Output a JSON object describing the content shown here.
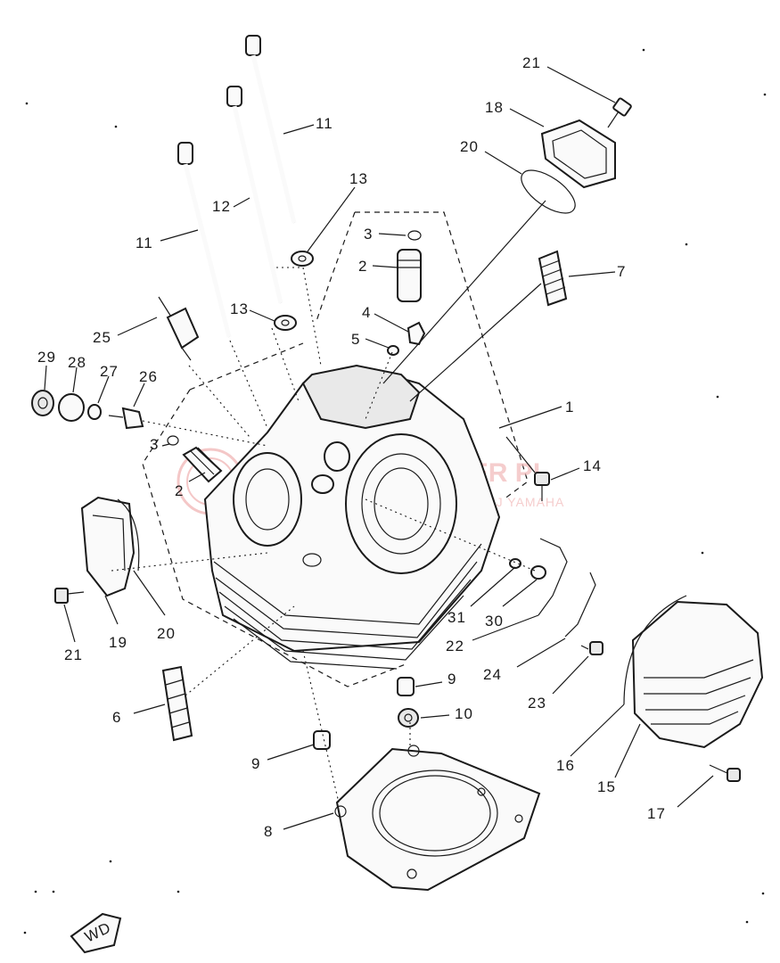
{
  "watermark": {
    "brand": "YAMAHA DEALER PL",
    "tagline": "WSZYSTKIE CZESCI DO TWOJEJ YAMAHA",
    "color": "#e06060"
  },
  "corner_badge": "WD",
  "callouts": [
    {
      "id": "c21a",
      "text": "21"
    },
    {
      "id": "c18",
      "text": "18"
    },
    {
      "id": "c20a",
      "text": "20"
    },
    {
      "id": "c11a",
      "text": "11"
    },
    {
      "id": "c13a",
      "text": "13"
    },
    {
      "id": "c12",
      "text": "12"
    },
    {
      "id": "c11b",
      "text": "11"
    },
    {
      "id": "c3a",
      "text": "3"
    },
    {
      "id": "c2a",
      "text": "2"
    },
    {
      "id": "c7",
      "text": "7"
    },
    {
      "id": "c13b",
      "text": "13"
    },
    {
      "id": "c4",
      "text": "4"
    },
    {
      "id": "c25",
      "text": "25"
    },
    {
      "id": "c5",
      "text": "5"
    },
    {
      "id": "c29",
      "text": "29"
    },
    {
      "id": "c28",
      "text": "28"
    },
    {
      "id": "c27",
      "text": "27"
    },
    {
      "id": "c26",
      "text": "26"
    },
    {
      "id": "c1",
      "text": "1"
    },
    {
      "id": "c3b",
      "text": "3"
    },
    {
      "id": "c14",
      "text": "14"
    },
    {
      "id": "c2b",
      "text": "2"
    },
    {
      "id": "c31",
      "text": "31"
    },
    {
      "id": "c30",
      "text": "30"
    },
    {
      "id": "c21b",
      "text": "21"
    },
    {
      "id": "c19",
      "text": "19"
    },
    {
      "id": "c20b",
      "text": "20"
    },
    {
      "id": "c22",
      "text": "22"
    },
    {
      "id": "c24",
      "text": "24"
    },
    {
      "id": "c9a",
      "text": "9"
    },
    {
      "id": "c10",
      "text": "10"
    },
    {
      "id": "c23",
      "text": "23"
    },
    {
      "id": "c6",
      "text": "6"
    },
    {
      "id": "c16",
      "text": "16"
    },
    {
      "id": "c9b",
      "text": "9"
    },
    {
      "id": "c15",
      "text": "15"
    },
    {
      "id": "c17",
      "text": "17"
    },
    {
      "id": "c8",
      "text": "8"
    }
  ]
}
